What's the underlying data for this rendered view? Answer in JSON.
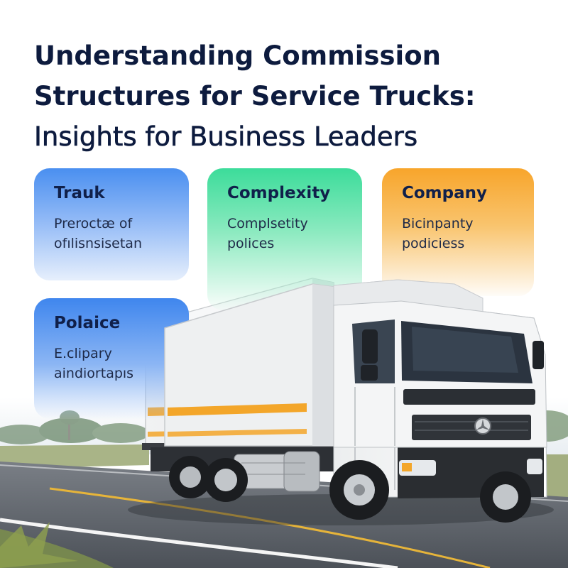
{
  "title": {
    "line1": "Understanding Commission",
    "line2": "Structures for Service Trucks:",
    "line3": "Insights for Business Leaders"
  },
  "cards": [
    {
      "heading": "Trauk",
      "line1": "Preroctæ of",
      "line2": "ofılisnsisetan",
      "color": "#4a8ff0"
    },
    {
      "heading": "Complexity",
      "line1": "Complsetity",
      "line2": "polices",
      "color": "#3cdc9a"
    },
    {
      "heading": "Company",
      "line1": "Bicinpanty",
      "line2": "podiciess",
      "color": "#f8a52b"
    },
    {
      "heading": "Polaice",
      "line1": "E.clipary",
      "line2": "aindiortapıs",
      "color": "#3f86ee"
    }
  ],
  "colors": {
    "title": "#0d1b3e",
    "road": "#5b6068",
    "truck_stripe": "#f3a62a"
  }
}
